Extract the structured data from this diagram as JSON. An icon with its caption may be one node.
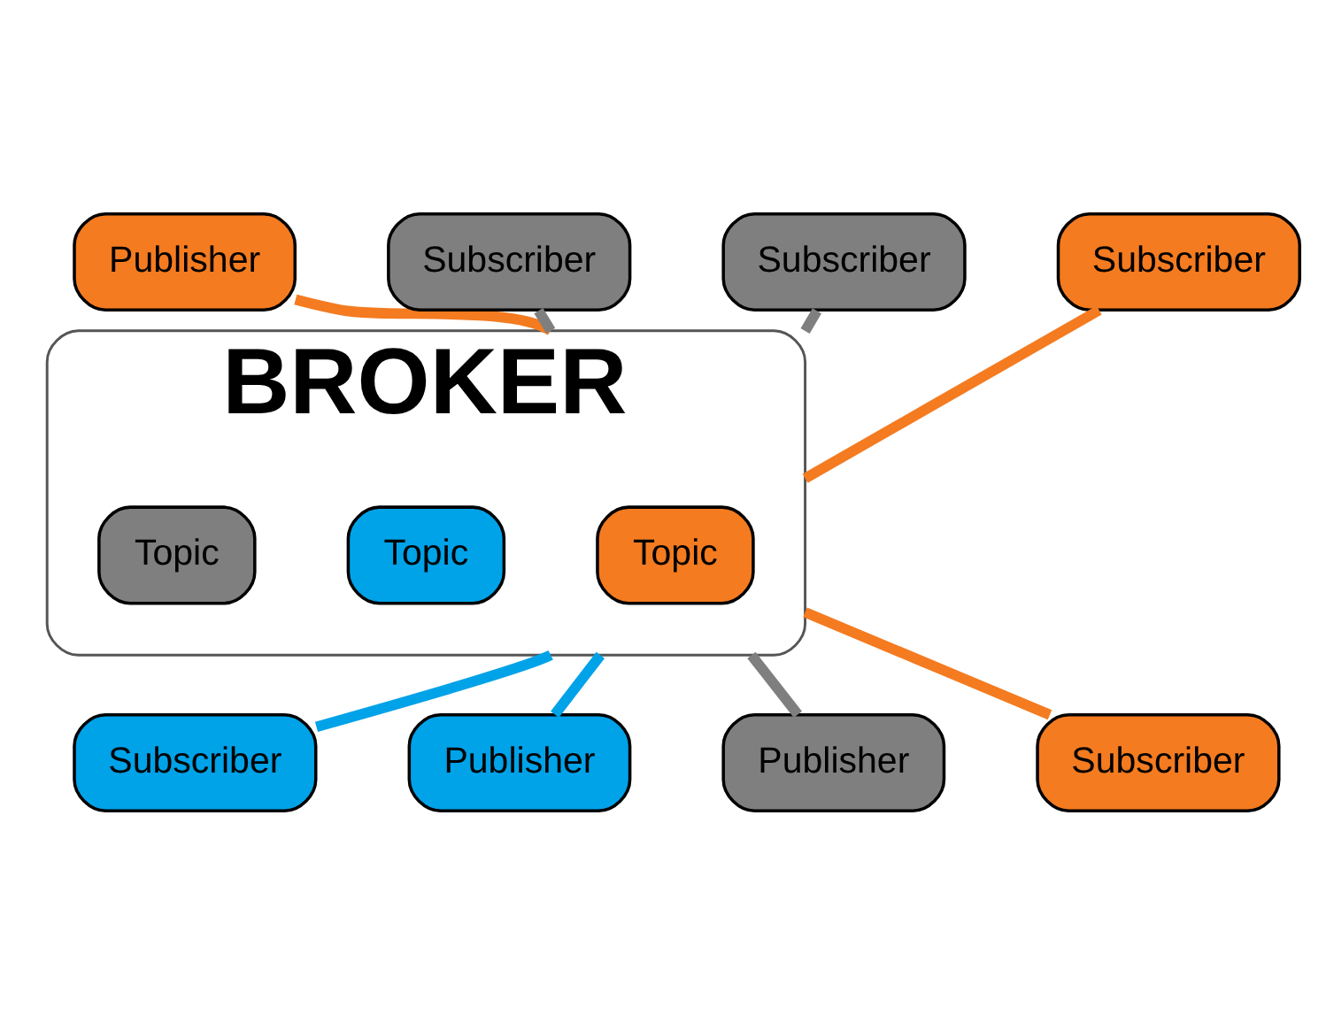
{
  "diagram": {
    "nodes": [
      {
        "text": [
          "Publisher"
        ]
      },
      {
        "text": [
          "Subscriber"
        ]
      },
      {
        "text": [
          "Subscriber"
        ]
      },
      {
        "text": [
          "BROKER"
        ]
      },
      {
        "text": [
          "Topic"
        ],
        "in": 3
      },
      {
        "text": [
          "Subscriber"
        ]
      },
      {
        "text": [
          "Subscriber"
        ]
      },
      {
        "text": [
          "Topic"
        ],
        "in": 3
      },
      {
        "text": [
          "Topic"
        ],
        "in": 3
      },
      {
        "text": [
          "Publisher"
        ]
      },
      {
        "text": [
          "Publisher"
        ]
      },
      {
        "text": [
          "Subscriber"
        ]
      }
    ],
    "edges": [
      {
        "from": 0,
        "to": 3,
        "arrow": "none",
        "color": "#f47b20"
      },
      {
        "from": 1,
        "to": 3,
        "arrow": "none",
        "color": "#7f7f7f"
      },
      {
        "from": 2,
        "to": 3,
        "arrow": "none",
        "color": "#7f7f7f"
      },
      {
        "from": 5,
        "to": 3,
        "arrow": "none",
        "color": "#f47b20"
      },
      {
        "from": 3,
        "to": 6,
        "arrow": "none",
        "color": "#00a2e8"
      },
      {
        "from": 3,
        "to": 9,
        "arrow": "none",
        "color": "#00a2e8"
      },
      {
        "from": 3,
        "to": 10,
        "arrow": "none",
        "color": "#7f7f7f"
      },
      {
        "from": 3,
        "to": 11,
        "arrow": "none",
        "color": "#f47b20"
      }
    ]
  }
}
